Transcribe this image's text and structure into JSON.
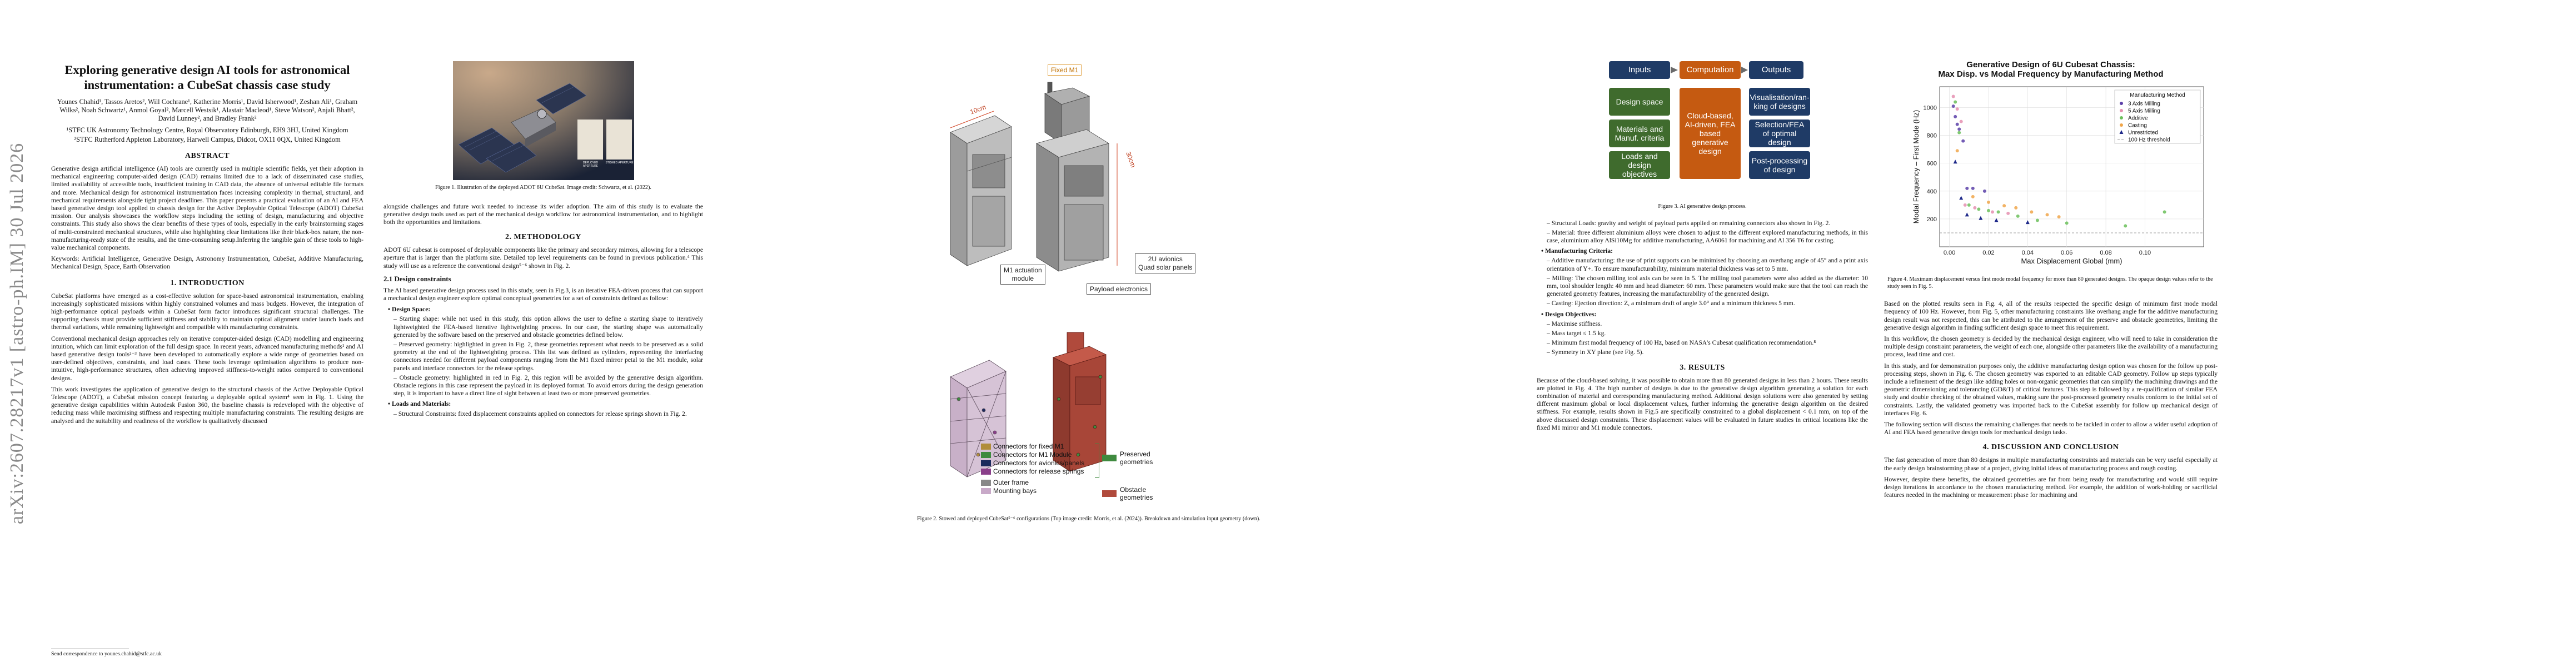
{
  "arxiv_stamp": "arXiv:2607.28217v1  [astro-ph.IM]  30 Jul 2026",
  "title": "Exploring generative design AI tools for astronomical instrumentation: a CubeSat chassis case study",
  "authors": "Younes Chahid¹, Tassos Aretos², Will Cochrane¹, Katherine Morris¹, David Isherwood¹, Zeshan Ali¹, Graham Wilks², Noah Schwartz¹, Anmol Goyal², Marcell Westsik¹, Alastair Macleod¹, Steve Watson², Anjali Bhatt², David Lunney², and Bradley Frank²",
  "affiliations": [
    "¹STFC UK Astronomy Technology Centre, Royal Observatory Edinburgh, EH9 3HJ, United Kingdom",
    "²STFC Rutherford Appleton Laboratory, Harwell Campus, Didcot, OX11 0QX, United Kingdom"
  ],
  "abstract_heading": "ABSTRACT",
  "abstract": "Generative design artificial intelligence (AI) tools are currently used in multiple scientific fields, yet their adoption in mechanical engineering computer-aided design (CAD) remains limited due to a lack of disseminated case studies, limited availability of accessible tools, insufficient training in CAD data, the absence of universal editable file formats and more. Mechanical design for astronomical instrumentation faces increasing complexity in thermal, structural, and mechanical requirements alongside tight project deadlines. This paper presents a practical evaluation of an AI and FEA based generative design tool applied to chassis design for the Active Deployable Optical Telescope (ADOT) CubeSat mission. Our analysis showcases the workflow steps including the setting of design, manufacturing and objective constraints. This study also shows the clear benefits of these types of tools, especially in the early brainstorming stages of multi-constrained mechanical structures, while also highlighting clear limitations like their black-box nature, the non-manufacturing-ready state of the results, and the time-consuming setup.Inferring the tangible gain of these tools to high-value mechanical components.",
  "keywords": "Keywords: Artificial Intelligence, Generative Design, Astronomy Instrumentation, CubeSat, Additive Manufacturing, Mechanical Design, Space, Earth Observation",
  "intro_heading": "1. INTRODUCTION",
  "intro_paragraphs": [
    "CubeSat platforms have emerged as a cost-effective solution for space-based astronomical instrumentation, enabling increasingly sophisticated missions within highly constrained volumes and mass budgets. However, the integration of high-performance optical payloads within a CubeSat form factor introduces significant structural challenges. The supporting chassis must provide sufficient stiffness and stability to maintain optical alignment under launch loads and thermal variations, while remaining lightweight and compatible with manufacturing constraints.",
    "Conventional mechanical design approaches rely on iterative computer-aided design (CAD) modelling and engineering intuition, which can limit exploration of the full design space. In recent years, advanced manufacturing methods¹ and AI based generative design tools²⁻³ have been developed to automatically explore a wide range of geometries based on user-defined objectives, constraints, and load cases. These tools leverage optimisation algorithms to produce non-intuitive, high-performance structures, often achieving improved stiffness-to-weight ratios compared to conventional designs.",
    "This work investigates the application of generative design to the structural chassis of the Active Deployable Optical Telescope (ADOT), a CubeSat mission concept featuring a deployable optical system⁴ seen in Fig. 1. Using the generative design capabilities within Autodesk Fusion 360, the baseline chassis is redeveloped with the objective of reducing mass while maximising stiffness and respecting multiple manufacturing constraints. The resulting designs are analysed and the suitability and readiness of the workflow is qualitatively discussed"
  ],
  "footnote": "Send correspondence to younes.chahid@stfc.ac.uk",
  "fig1_caption": "Figure 1. Illustration of the deployed ADOT 6U CubeSat. Image credit: Schwartz, et al. (2022).",
  "fig1_labels": [
    "DEPLOYED APERTURE",
    "STOWED APERTURE"
  ],
  "col2_continuation": "alongside challenges and future work needed to increase its wider adoption. The aim of this study is to evaluate the generative design tools used as part of the mechanical design workflow for astronomical instrumentation, and to highlight both the opportunities and limitations.",
  "method_heading": "2. METHODOLOGY",
  "method_intro": "ADOT 6U cubesat is composed of deployable components like the primary and secondary mirrors, allowing for a telescope aperture that is larger than the platform size. Detailed top level requirements can be found in previous publication.⁴ This study will use as a reference the conventional design⁵⁻⁶ shown in Fig. 2.",
  "design_constraints_heading": "2.1 Design constraints",
  "design_constraints_intro": "The AI based generative design process used in this study, seen in Fig.3, is an iterative FEA-driven process that can support a mechanical design engineer explore optimal conceptual geometries for a set of constraints defined as follow:",
  "design_space_title": "• Design Space:",
  "design_space_items": [
    "– Starting shape: while not used in this study, this option allows the user to define a starting shape to iteratively lightweighted the FEA-based iterative lightweighting process. In our case, the starting shape was automatically generated by the software based on the preserved and obstacle geometries defined below.",
    "– Preserved geometry: highlighted in green in Fig. 2, these geometries represent what needs to be preserved as a solid geometry at the end of the lightweighting process. This list was defined as cylinders, representing the interfacing connectors needed for different payload components ranging from the M1 fixed mirror petal to the M1 module, solar panels and interface connectors for the release springs.",
    "– Obstacle geometry: highlighted in red in Fig. 2, this region will be avoided by the generative design algorithm. Obstacle regions in this case represent the payload in its deployed format. To avoid errors during the design generation step, it is important to have a direct line of sight between at least two or more preserved geometries."
  ],
  "loads_title": "• Loads and Materials:",
  "loads_items": [
    "– Structural Constraints: fixed displacement constraints applied on connectors for release springs shown in Fig. 2."
  ],
  "fig2_caption": "Figure 2. Stowed and deployed CubeSat⁵⁻⁶ configurations (Top image credit: Morris, et al. (2024)). Breakdown and simulation input geometry (down).",
  "fig2_callouts": {
    "fixed_m1": "Fixed M1",
    "dim_left": "10cm",
    "dim_right": "30cm",
    "avionics": "2U avionics\nQuad solar panels",
    "m1_actuation": "M1 actuation\nmodule",
    "payload": "Payload electronics"
  },
  "fig2_legend": {
    "items": [
      {
        "label": "Connectors for fixed M1",
        "color": "#b08d3c"
      },
      {
        "label": "Connectors for M1 Module",
        "color": "#3f8a3f"
      },
      {
        "label": "Connectors for avionics/panels",
        "color": "#1b2a5c"
      },
      {
        "label": "Connectors for release springs",
        "color": "#8a3f8a"
      },
      {
        "label": "Outer frame",
        "color": "#888888"
      },
      {
        "label": "Mounting bays",
        "color": "#c8a9c8"
      }
    ],
    "preserved": "Preserved\ngeometries",
    "obstacle": "Obstacle\ngeometries"
  },
  "fig3": {
    "inputs": "Inputs",
    "computation": "Computation",
    "outputs": "Outputs",
    "input_boxes": [
      "Design space",
      "Materials and Manuf. criteria",
      "Loads and design objectives"
    ],
    "compute_box": "Cloud-based, AI-driven, FEA based generative design",
    "output_boxes": [
      "Visualisation/ran-king of designs",
      "Selection/FEA of optimal design",
      "Post-processing of design"
    ],
    "caption": "Figure 3. AI generative design process."
  },
  "col3_items": [
    "– Structural Loads: gravity and weight of payload parts applied on remaining connectors also shown in Fig. 2.",
    "– Material: three different aluminium alloys were chosen to adjust to the different explored manufacturing methods, in this case, aluminium alloy AlSi10Mg for additive manufacturing, AA6061 for machining and Al 356 T6 for casting."
  ],
  "manuf_title": "• Manufacturing Criteria:",
  "manuf_items": [
    "– Additive manufacturing: the use of print supports can be minimised by choosing an overhang angle of 45° and a print axis orientation of Y+. To ensure manufacturability, minimum material thickness was set to 5 mm.",
    "– Milling: The chosen milling tool axis can be seen in 5. The milling tool parameters were also added as the diameter: 10 mm, tool shoulder length: 40 mm and head diameter: 60 mm. These parameters would make sure that the tool can reach the generated geometry features, increasing the manufacturability of the generated design.",
    "– Casting: Ejection direction: Z, a minimum draft of angle 3.0° and a minimum thickness 5 mm."
  ],
  "objectives_title": "• Design Objectives:",
  "objectives_items": [
    "– Maximise stiffness.",
    "– Mass target ≤ 1.5 kg.",
    "– Minimum first modal frequency of 100 Hz, based on NASA's Cubesat qualification recommendation.⁸",
    "– Symmetry in XY plane (see Fig. 5)."
  ],
  "results_heading": "3. RESULTS",
  "results_para": "Because of the cloud-based solving, it was possible to obtain more than 80 generated designs in less than 2 hours. These results are plotted in Fig. 4. The high number of designs is due to the generative design algorithm generating a solution for each combination of material and corresponding manufacturing method. Additional design solutions were also generated by setting different maximum global or local displacement values, further informing the generative design algorithm on the desired stiffness. For example, results shown in Fig.5 are specifically constrained to a global displacement < 0.1 mm, on top of the above discussed design constraints. These displacement values will be evaluated in future studies in critical locations like the fixed M1 mirror and M1 module connectors.",
  "chart_data": {
    "type": "scatter",
    "title": "Generative Design of 6U Cubesat Chassis:\nMax Disp. vs Modal Frequency by Manufacturing Method",
    "xlabel": "Max Displacement Global (mm)",
    "ylabel": "Modal Frequency – First Mode (Hz)",
    "xlim": [
      -0.005,
      0.13
    ],
    "ylim": [
      0,
      1150
    ],
    "xticks": [
      0.0,
      0.02,
      0.04,
      0.06,
      0.08,
      0.1
    ],
    "xtick_labels": [
      "0.00",
      "0.02",
      "0.04",
      "0.06",
      "0.08",
      "0.10"
    ],
    "yticks": [
      200,
      400,
      600,
      800,
      1000
    ],
    "legend_title": "Manufacturing Method",
    "legend_position": "top-right",
    "grid": true,
    "threshold": {
      "name": "100 Hz threshold",
      "y": 100,
      "color": "#9a9a9a"
    },
    "series": [
      {
        "name": "3 Axis Milling",
        "marker": "circle",
        "color": "#5b3fa8",
        "points": [
          [
            0.002,
            1010
          ],
          [
            0.003,
            935
          ],
          [
            0.004,
            880
          ],
          [
            0.005,
            845
          ],
          [
            0.007,
            760
          ],
          [
            0.009,
            420
          ],
          [
            0.012,
            420
          ],
          [
            0.018,
            400
          ]
        ]
      },
      {
        "name": "5 Axis Milling",
        "marker": "circle",
        "color": "#e58fb0",
        "points": [
          [
            0.002,
            1080
          ],
          [
            0.004,
            990
          ],
          [
            0.006,
            900
          ],
          [
            0.008,
            300
          ],
          [
            0.013,
            280
          ],
          [
            0.022,
            250
          ],
          [
            0.03,
            240
          ]
        ]
      },
      {
        "name": "Additive",
        "marker": "circle",
        "color": "#6bbf5a",
        "points": [
          [
            0.003,
            1040
          ],
          [
            0.005,
            820
          ],
          [
            0.01,
            300
          ],
          [
            0.015,
            270
          ],
          [
            0.02,
            260
          ],
          [
            0.025,
            250
          ],
          [
            0.035,
            220
          ],
          [
            0.045,
            190
          ],
          [
            0.06,
            170
          ],
          [
            0.09,
            150
          ],
          [
            0.11,
            250
          ]
        ]
      },
      {
        "name": "Casting",
        "marker": "circle",
        "color": "#f0a64a",
        "points": [
          [
            0.004,
            690
          ],
          [
            0.012,
            360
          ],
          [
            0.02,
            320
          ],
          [
            0.028,
            295
          ],
          [
            0.034,
            280
          ],
          [
            0.042,
            250
          ],
          [
            0.05,
            230
          ],
          [
            0.056,
            215
          ]
        ]
      },
      {
        "name": "Unrestricted",
        "marker": "triangle",
        "color": "#1f2a8a",
        "points": [
          [
            0.003,
            610
          ],
          [
            0.006,
            350
          ],
          [
            0.009,
            230
          ],
          [
            0.016,
            205
          ],
          [
            0.024,
            190
          ],
          [
            0.04,
            175
          ]
        ]
      }
    ]
  },
  "fig4_caption": "Figure 4. Maximum displacement versus first mode modal frequency for more than 80 generated designs. The opaque design values refer to the study seen in Fig. 5.",
  "col4_paragraphs": [
    "Based on the plotted results seen in Fig. 4, all of the results respected the specific design of minimum first mode modal frequency of 100 Hz. However, from Fig. 5, other manufacturing constraints like overhang angle for the additive manufacturing design result was not respected, this can be attributed to the arrangement of the preserve and obstacle geometries, limiting the generative design algorithm in finding sufficient design space to meet this requirement.",
    "In this workflow, the chosen geometry is decided by the mechanical design engineer, who will need to take in consideration the multiple design constraint parameters, the weight of each one, alongside other parameters like the availability of a manufacturing process, lead time and cost.",
    "In this study, and for demonstration purposes only, the additive manufacturing design option was chosen for the follow up post-processing steps, shown in Fig. 6. The chosen geometry was exported to an editable CAD geometry. Follow up steps typically include a refinement of the design like adding holes or non-organic geometries that can simplify the machining drawings and the geometric dimensioning and tolerancing (GD&T) of critical features. This step is followed by a re-qualification of similar FEA study and double checking of the obtained values, making sure the post-processed geometry results conform to the initial set of constraints. Lastly, the validated geometry was imported back to the CubeSat assembly for follow up mechanical design of interfaces Fig. 6.",
    "The following section will discuss the remaining challenges that needs to be tackled in order to allow a wider useful adoption of AI and FEA based generative design tools for mechanical design tasks."
  ],
  "discussion_heading": "4. DISCUSSION AND CONCLUSION",
  "discussion_paragraphs": [
    "The fast generation of more than 80 designs in multiple manufacturing constraints and materials can be very useful especially at the early design brainstorming phase of a project, giving initial ideas of manufacturing process and rough costing.",
    "However, despite these benefits, the obtained geometries are far from being ready for manufacturing and would still require design iterations in accordance to the chosen manufacturing method. For example, the addition of work-holding or sacrificial features needed in the machining or measurement phase for machining and"
  ]
}
